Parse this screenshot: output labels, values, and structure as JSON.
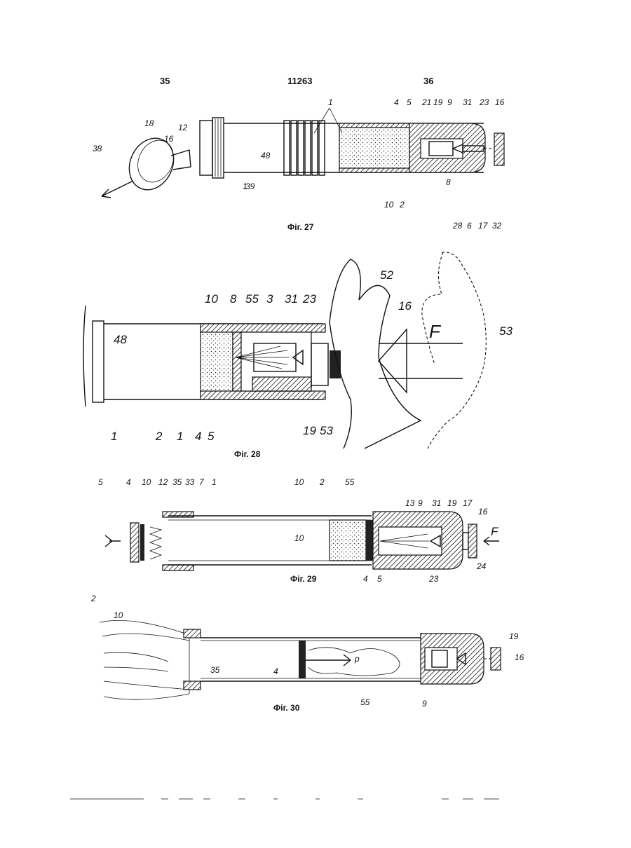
{
  "header": {
    "left_page": "35",
    "patent_number": "11263",
    "right_page": "36"
  },
  "figures": [
    {
      "id": "fig27",
      "caption": "Фіг. 27",
      "labels": [
        "38",
        "18",
        "16",
        "12",
        "1",
        "48",
        "39",
        "10",
        "2",
        "4",
        "5",
        "21",
        "19",
        "9",
        "31",
        "23",
        "16",
        "8",
        "28",
        "6",
        "17",
        "32"
      ]
    },
    {
      "id": "fig28",
      "caption": "Фіг. 28",
      "labels": [
        "10",
        "8",
        "55",
        "3",
        "31",
        "23",
        "48",
        "1",
        "2",
        "1",
        "4",
        "5",
        "19",
        "53",
        "52",
        "16",
        "F",
        "53"
      ]
    },
    {
      "id": "fig29",
      "caption": "Фіг. 29",
      "labels": [
        "5",
        "4",
        "10",
        "12",
        "35",
        "33",
        "7",
        "1",
        "10",
        "2",
        "55",
        "13",
        "9",
        "31",
        "19",
        "17",
        "16",
        "F",
        "4",
        "5",
        "23",
        "24"
      ]
    },
    {
      "id": "fig30",
      "caption": "Фіг. 30",
      "labels": [
        "2",
        "10",
        "35",
        "4",
        "p",
        "55",
        "9",
        "19",
        "16"
      ]
    }
  ]
}
